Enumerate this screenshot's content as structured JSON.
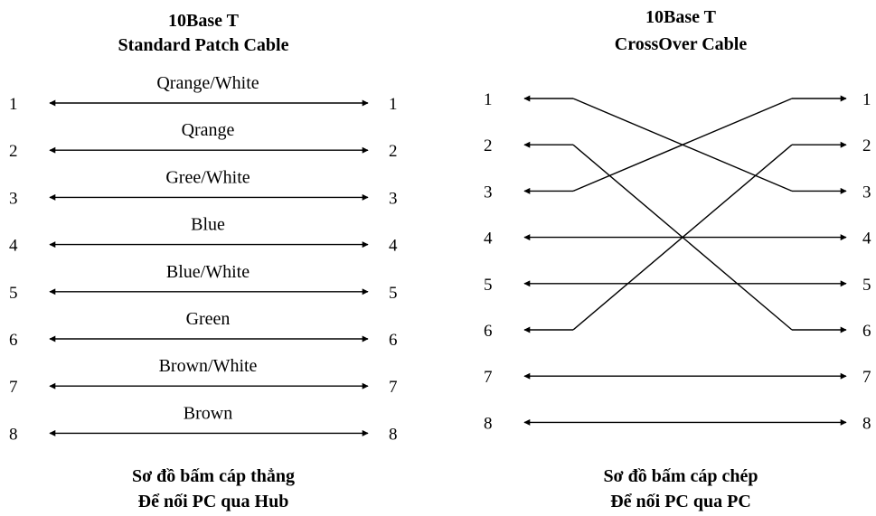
{
  "straight": {
    "title_line1": "10Base T",
    "title_line2": "Standard Patch Cable",
    "pins": [
      "1",
      "2",
      "3",
      "4",
      "5",
      "6",
      "7",
      "8"
    ],
    "wire_labels": [
      "Qrange/White",
      "Qrange",
      "Gree/White",
      "Blue",
      "Blue/White",
      "Green",
      "Brown/White",
      "Brown"
    ],
    "caption_line1": "Sơ đồ bấm cáp thẳng",
    "caption_line2": "Để nối PC qua Hub"
  },
  "crossover": {
    "title_line1": "10Base T",
    "title_line2": "CrossOver Cable",
    "left_pins": [
      "1",
      "2",
      "3",
      "4",
      "5",
      "6",
      "7",
      "8"
    ],
    "right_pins": [
      "1",
      "2",
      "3",
      "4",
      "5",
      "6",
      "7",
      "8"
    ],
    "mapping": [
      3,
      6,
      1,
      4,
      5,
      2,
      7,
      8
    ],
    "caption_line1": "Sơ đồ bấm cáp chép",
    "caption_line2": "Để nối PC qua PC"
  },
  "colors": {
    "line": "#000000",
    "background": "#ffffff"
  }
}
